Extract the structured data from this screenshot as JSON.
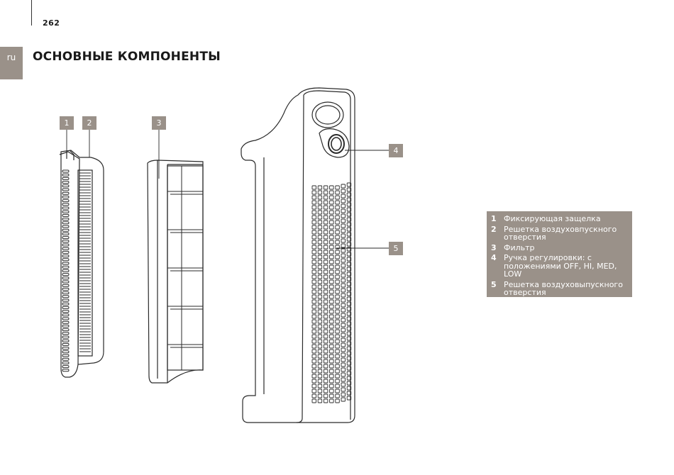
{
  "header": {
    "page_number": "262",
    "language_tab": "ru",
    "title": "ОСНОВНЫЕ КОМПОНЕНТЫ"
  },
  "callouts": [
    "1",
    "2",
    "3",
    "4",
    "5"
  ],
  "legend": [
    {
      "num": "1",
      "text": "Фиксирующая защелка"
    },
    {
      "num": "2",
      "text": "Решетка воздуховпускного отверстия"
    },
    {
      "num": "3",
      "text": "Фильтр"
    },
    {
      "num": "4",
      "text": "Ручка регулировки: с положениями OFF, HI, MED, LOW"
    },
    {
      "num": "5",
      "text": "Решетка воздуховыпускного отверстия"
    }
  ],
  "colors": {
    "accent": "#9a9189",
    "line": "#2a2a2a"
  }
}
